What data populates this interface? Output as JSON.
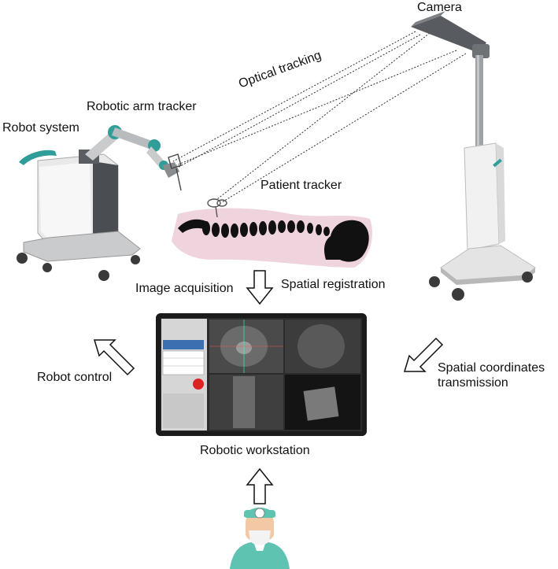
{
  "labels": {
    "camera": "Camera",
    "optical_tracking": "Optical tracking",
    "robotic_arm_tracker": "Robotic arm tracker",
    "robot_system": "Robot system",
    "patient_tracker": "Patient tracker",
    "image_acquisition": "Image acquisition",
    "spatial_registration": "Spatial registration",
    "robot_control": "Robot control",
    "spatial_coordinates_line1": "Spatial coordinates",
    "spatial_coordinates_line2": "transmission",
    "robotic_workstation": "Robotic workstation"
  },
  "colors": {
    "robot_teal": "#2f9e98",
    "robot_body": "#e9e9ea",
    "robot_dark": "#4a4e52",
    "patient_pink": "#efd3dd",
    "screen_bezel": "#1b1b1b",
    "surgeon_teal": "#5ec3b0"
  },
  "icons": {
    "arrow_down": "hollow-arrow-down",
    "arrow_up": "hollow-arrow-up",
    "arrow_upleft": "hollow-arrow-upleft",
    "arrow_downleft": "hollow-arrow-downleft"
  }
}
